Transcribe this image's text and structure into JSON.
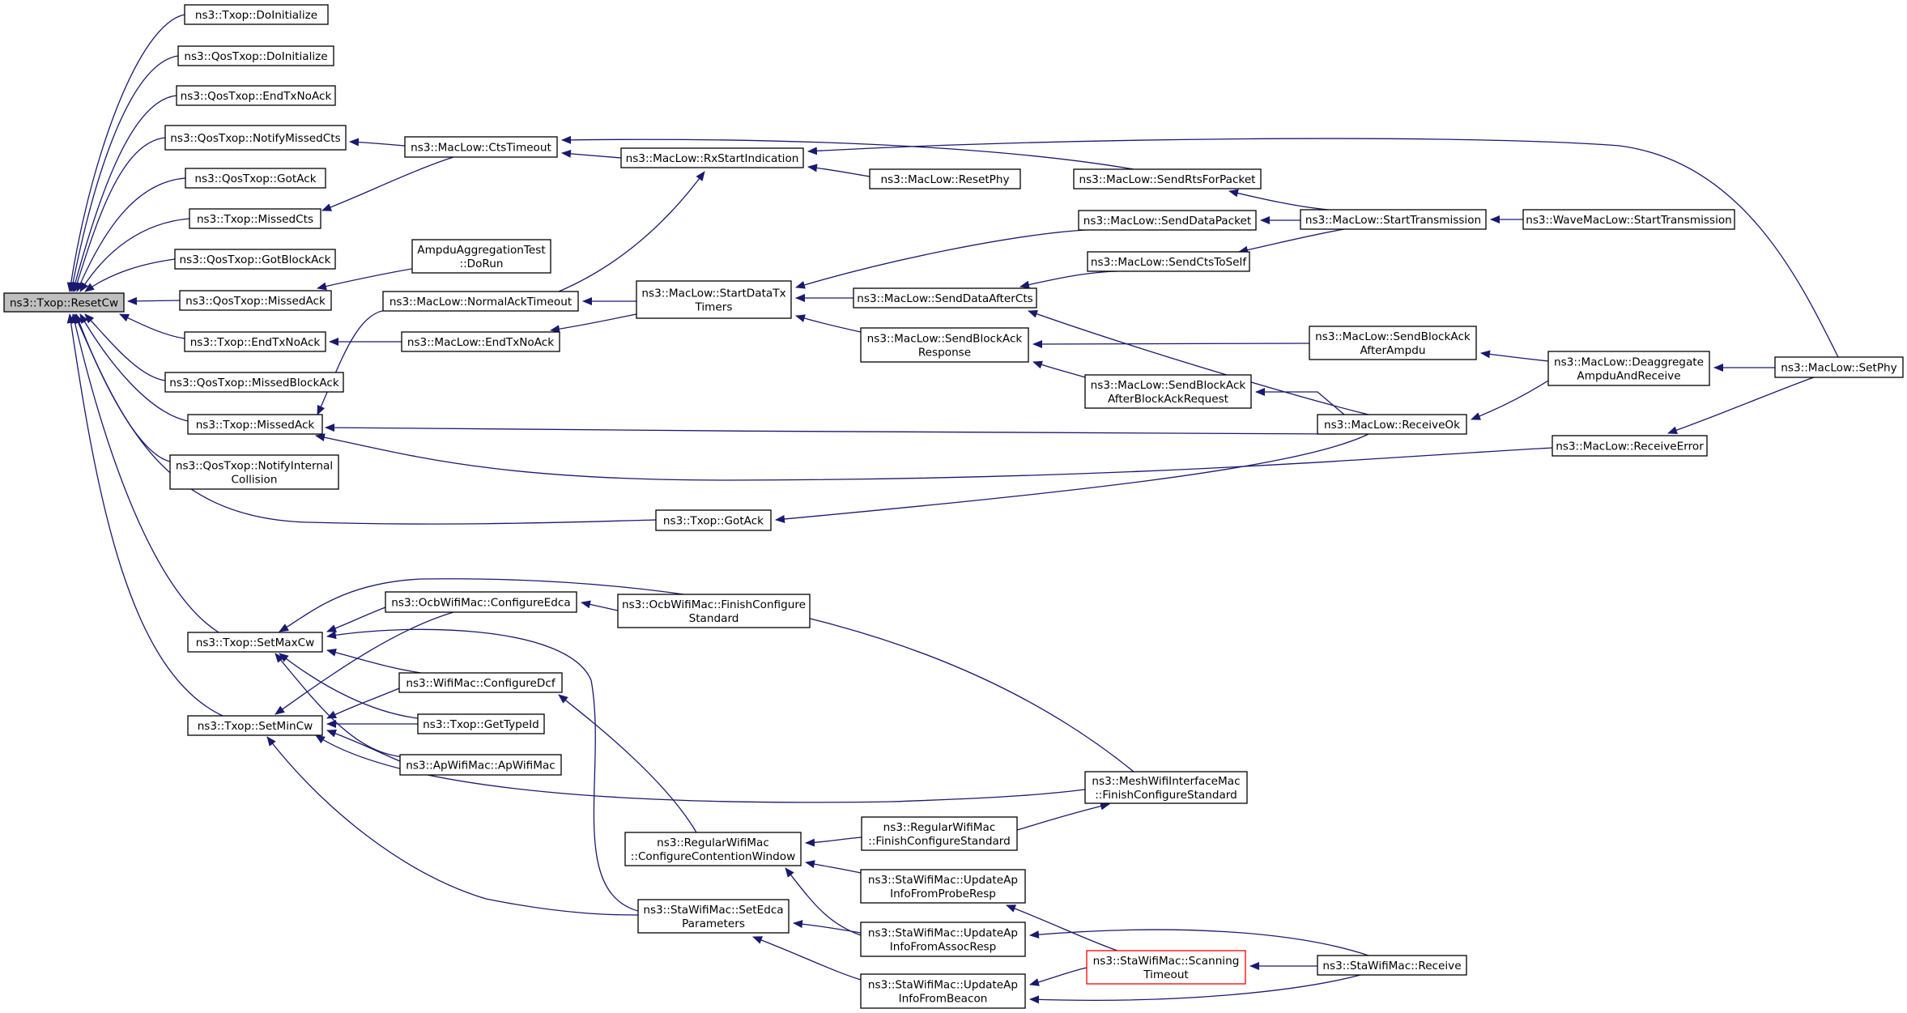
{
  "diagram": {
    "type": "caller-graph",
    "edge_color": "#191970",
    "root_fill": "#bfbfbf",
    "highlight_stroke": "#ff0000",
    "nodes": [
      {
        "id": "resetcw",
        "lines": [
          "ns3::Txop::ResetCw"
        ],
        "root": true
      },
      {
        "id": "txop_doinit",
        "lines": [
          "ns3::Txop::DoInitialize"
        ]
      },
      {
        "id": "qos_doinit",
        "lines": [
          "ns3::QosTxop::DoInitialize"
        ]
      },
      {
        "id": "qos_endtxnoack",
        "lines": [
          "ns3::QosTxop::EndTxNoAck"
        ]
      },
      {
        "id": "qos_notifymissedcts",
        "lines": [
          "ns3::QosTxop::NotifyMissedCts"
        ]
      },
      {
        "id": "qos_gotack",
        "lines": [
          "ns3::QosTxop::GotAck"
        ]
      },
      {
        "id": "txop_missedcts",
        "lines": [
          "ns3::Txop::MissedCts"
        ]
      },
      {
        "id": "qos_gotblockack",
        "lines": [
          "ns3::QosTxop::GotBlockAck"
        ]
      },
      {
        "id": "qos_missedack",
        "lines": [
          "ns3::QosTxop::MissedAck"
        ]
      },
      {
        "id": "txop_endtxnoack",
        "lines": [
          "ns3::Txop::EndTxNoAck"
        ]
      },
      {
        "id": "qos_missedblockack",
        "lines": [
          "ns3::QosTxop::MissedBlockAck"
        ]
      },
      {
        "id": "txop_missedack",
        "lines": [
          "ns3::Txop::MissedAck"
        ]
      },
      {
        "id": "qos_notifyinternal",
        "lines": [
          "ns3::QosTxop::NotifyInternal",
          "Collision"
        ]
      },
      {
        "id": "txop_gotack",
        "lines": [
          "ns3::Txop::GotAck"
        ]
      },
      {
        "id": "txop_setmaxcw",
        "lines": [
          "ns3::Txop::SetMaxCw"
        ]
      },
      {
        "id": "txop_setmincw",
        "lines": [
          "ns3::Txop::SetMinCw"
        ]
      },
      {
        "id": "ml_ctstimeout",
        "lines": [
          "ns3::MacLow::CtsTimeout"
        ]
      },
      {
        "id": "ampdu_dorun",
        "lines": [
          "AmpduAggregationTest",
          "::DoRun"
        ]
      },
      {
        "id": "ml_normalacktimeout",
        "lines": [
          "ns3::MacLow::NormalAckTimeout"
        ]
      },
      {
        "id": "ml_endtxnoack",
        "lines": [
          "ns3::MacLow::EndTxNoAck"
        ]
      },
      {
        "id": "ml_rxstartindication",
        "lines": [
          "ns3::MacLow::RxStartIndication"
        ]
      },
      {
        "id": "ml_startdatatxtimers",
        "lines": [
          "ns3::MacLow::StartDataTx",
          "Timers"
        ]
      },
      {
        "id": "ml_resetphy",
        "lines": [
          "ns3::MacLow::ResetPhy"
        ]
      },
      {
        "id": "ml_sendrtsforpacket",
        "lines": [
          "ns3::MacLow::SendRtsForPacket"
        ]
      },
      {
        "id": "ml_senddatapacket",
        "lines": [
          "ns3::MacLow::SendDataPacket"
        ]
      },
      {
        "id": "ml_sendctstoself",
        "lines": [
          "ns3::MacLow::SendCtsToSelf"
        ]
      },
      {
        "id": "ml_senddataafterects",
        "lines": [
          "ns3::MacLow::SendDataAfterCts"
        ]
      },
      {
        "id": "ml_sendblockackresponse",
        "lines": [
          "ns3::MacLow::SendBlockAck",
          "Response"
        ]
      },
      {
        "id": "ml_sendblockackafterbar",
        "lines": [
          "ns3::MacLow::SendBlockAck",
          "AfterBlockAckRequest"
        ]
      },
      {
        "id": "ml_starttransmission",
        "lines": [
          "ns3::MacLow::StartTransmission"
        ]
      },
      {
        "id": "wml_starttransmission",
        "lines": [
          "ns3::WaveMacLow::StartTransmission"
        ]
      },
      {
        "id": "ml_sendblockackafterampdu",
        "lines": [
          "ns3::MacLow::SendBlockAck",
          "AfterAmpdu"
        ]
      },
      {
        "id": "ml_receiveok",
        "lines": [
          "ns3::MacLow::ReceiveOk"
        ]
      },
      {
        "id": "ml_deaggregate",
        "lines": [
          "ns3::MacLow::Deaggregate",
          "AmpduAndReceive"
        ]
      },
      {
        "id": "ml_receiveerror",
        "lines": [
          "ns3::MacLow::ReceiveError"
        ]
      },
      {
        "id": "ml_setphy",
        "lines": [
          "ns3::MacLow::SetPhy"
        ]
      },
      {
        "id": "ocb_configureedca",
        "lines": [
          "ns3::OcbWifiMac::ConfigureEdca"
        ]
      },
      {
        "id": "ocb_finishconfigure",
        "lines": [
          "ns3::OcbWifiMac::FinishConfigure",
          "Standard"
        ]
      },
      {
        "id": "wifimac_configuredcf",
        "lines": [
          "ns3::WifiMac::ConfigureDcf"
        ]
      },
      {
        "id": "txop_gettypeid",
        "lines": [
          "ns3::Txop::GetTypeId"
        ]
      },
      {
        "id": "apwifimac_apwifimac",
        "lines": [
          "ns3::ApWifiMac::ApWifiMac"
        ]
      },
      {
        "id": "mesh_finishconfigure",
        "lines": [
          "ns3::MeshWifiInterfaceMac",
          "::FinishConfigureStandard"
        ]
      },
      {
        "id": "regular_configurecw",
        "lines": [
          "ns3::RegularWifiMac",
          "::ConfigureContentionWindow"
        ]
      },
      {
        "id": "regular_finishconfigure",
        "lines": [
          "ns3::RegularWifiMac",
          "::FinishConfigureStandard"
        ]
      },
      {
        "id": "sta_setedca",
        "lines": [
          "ns3::StaWifiMac::SetEdca",
          "Parameters"
        ]
      },
      {
        "id": "sta_updateprobe",
        "lines": [
          "ns3::StaWifiMac::UpdateAp",
          "InfoFromProbeResp"
        ]
      },
      {
        "id": "sta_updateassoc",
        "lines": [
          "ns3::StaWifiMac::UpdateAp",
          "InfoFromAssocResp"
        ]
      },
      {
        "id": "sta_updatebeacon",
        "lines": [
          "ns3::StaWifiMac::UpdateAp",
          "InfoFromBeacon"
        ]
      },
      {
        "id": "sta_scanningtimeout",
        "lines": [
          "ns3::StaWifiMac::Scanning",
          "Timeout"
        ],
        "highlight": true
      },
      {
        "id": "sta_receive",
        "lines": [
          "ns3::StaWifiMac::Receive"
        ]
      }
    ],
    "edges": [
      [
        "txop_doinit",
        "resetcw"
      ],
      [
        "qos_doinit",
        "resetcw"
      ],
      [
        "qos_endtxnoack",
        "resetcw"
      ],
      [
        "qos_notifymissedcts",
        "resetcw"
      ],
      [
        "qos_gotack",
        "resetcw"
      ],
      [
        "txop_missedcts",
        "resetcw"
      ],
      [
        "qos_gotblockack",
        "resetcw"
      ],
      [
        "qos_missedack",
        "resetcw"
      ],
      [
        "txop_endtxnoack",
        "resetcw"
      ],
      [
        "qos_missedblockack",
        "resetcw"
      ],
      [
        "txop_missedack",
        "resetcw"
      ],
      [
        "qos_notifyinternal",
        "resetcw"
      ],
      [
        "txop_gotack",
        "resetcw"
      ],
      [
        "txop_setmaxcw",
        "resetcw"
      ],
      [
        "txop_setmincw",
        "resetcw"
      ],
      [
        "ml_ctstimeout",
        "qos_notifymissedcts"
      ],
      [
        "ml_ctstimeout",
        "txop_missedcts"
      ],
      [
        "ampdu_dorun",
        "qos_missedack"
      ],
      [
        "ml_endtxnoack",
        "txop_endtxnoack"
      ],
      [
        "ml_normalacktimeout",
        "txop_missedack"
      ],
      [
        "ml_receiveok",
        "txop_missedack"
      ],
      [
        "ml_receiveerror",
        "txop_missedack"
      ],
      [
        "ml_receiveok",
        "txop_gotack"
      ],
      [
        "ml_rxstartindication",
        "ml_ctstimeout"
      ],
      [
        "ml_sendrtsforpacket",
        "ml_ctstimeout"
      ],
      [
        "ml_setphy",
        "ml_rxstartindication"
      ],
      [
        "ml_resetphy",
        "ml_rxstartindication"
      ],
      [
        "ml_normalacktimeout",
        "ml_rxstartindication"
      ],
      [
        "ml_startdatatxtimers",
        "ml_normalacktimeout"
      ],
      [
        "ml_startdatatxtimers",
        "ml_endtxnoack"
      ],
      [
        "ml_senddatapacket",
        "ml_startdatatxtimers"
      ],
      [
        "ml_senddataafterects",
        "ml_startdatatxtimers"
      ],
      [
        "ml_sendblockackresponse",
        "ml_startdatatxtimers"
      ],
      [
        "ml_starttransmission",
        "ml_sendrtsforpacket"
      ],
      [
        "ml_starttransmission",
        "ml_senddatapacket"
      ],
      [
        "ml_starttransmission",
        "ml_sendctstoself"
      ],
      [
        "wml_starttransmission",
        "ml_starttransmission"
      ],
      [
        "ml_sendctstoself",
        "ml_senddataafterects"
      ],
      [
        "ml_receiveok",
        "ml_senddataafterects"
      ],
      [
        "ml_sendblockackafterampdu",
        "ml_sendblockackresponse"
      ],
      [
        "ml_sendblockackafterbar",
        "ml_sendblockackresponse"
      ],
      [
        "ml_receiveok",
        "ml_sendblockackafterbar"
      ],
      [
        "ml_deaggregate",
        "ml_sendblockackafterampdu"
      ],
      [
        "ml_deaggregate",
        "ml_receiveok"
      ],
      [
        "ml_setphy",
        "ml_deaggregate"
      ],
      [
        "ml_setphy",
        "ml_receiveerror"
      ],
      [
        "ocb_configureedca",
        "txop_setmaxcw"
      ],
      [
        "wifimac_configuredcf",
        "txop_setmaxcw"
      ],
      [
        "txop_gettypeid",
        "txop_setmaxcw"
      ],
      [
        "apwifimac_apwifimac",
        "txop_setmaxcw"
      ],
      [
        "mesh_finishconfigure",
        "txop_setmaxcw"
      ],
      [
        "sta_setedca",
        "txop_setmaxcw"
      ],
      [
        "ocb_configureedca",
        "txop_setmincw"
      ],
      [
        "wifimac_configuredcf",
        "txop_setmincw"
      ],
      [
        "txop_gettypeid",
        "txop_setmincw"
      ],
      [
        "apwifimac_apwifimac",
        "txop_setmincw"
      ],
      [
        "mesh_finishconfigure",
        "txop_setmincw"
      ],
      [
        "sta_setedca",
        "txop_setmincw"
      ],
      [
        "ocb_finishconfigure",
        "ocb_configureedca"
      ],
      [
        "regular_configurecw",
        "wifimac_configuredcf"
      ],
      [
        "regular_finishconfigure",
        "regular_configurecw"
      ],
      [
        "sta_updateprobe",
        "regular_configurecw"
      ],
      [
        "sta_updateassoc",
        "regular_configurecw"
      ],
      [
        "regular_finishconfigure",
        "mesh_finishconfigure"
      ],
      [
        "sta_updateassoc",
        "sta_setedca"
      ],
      [
        "sta_updatebeacon",
        "sta_setedca"
      ],
      [
        "sta_scanningtimeout",
        "sta_updateprobe"
      ],
      [
        "sta_receive",
        "sta_updateassoc"
      ],
      [
        "sta_scanningtimeout",
        "sta_updatebeacon"
      ],
      [
        "sta_receive",
        "sta_updatebeacon"
      ],
      [
        "sta_receive",
        "sta_scanningtimeout"
      ]
    ]
  }
}
